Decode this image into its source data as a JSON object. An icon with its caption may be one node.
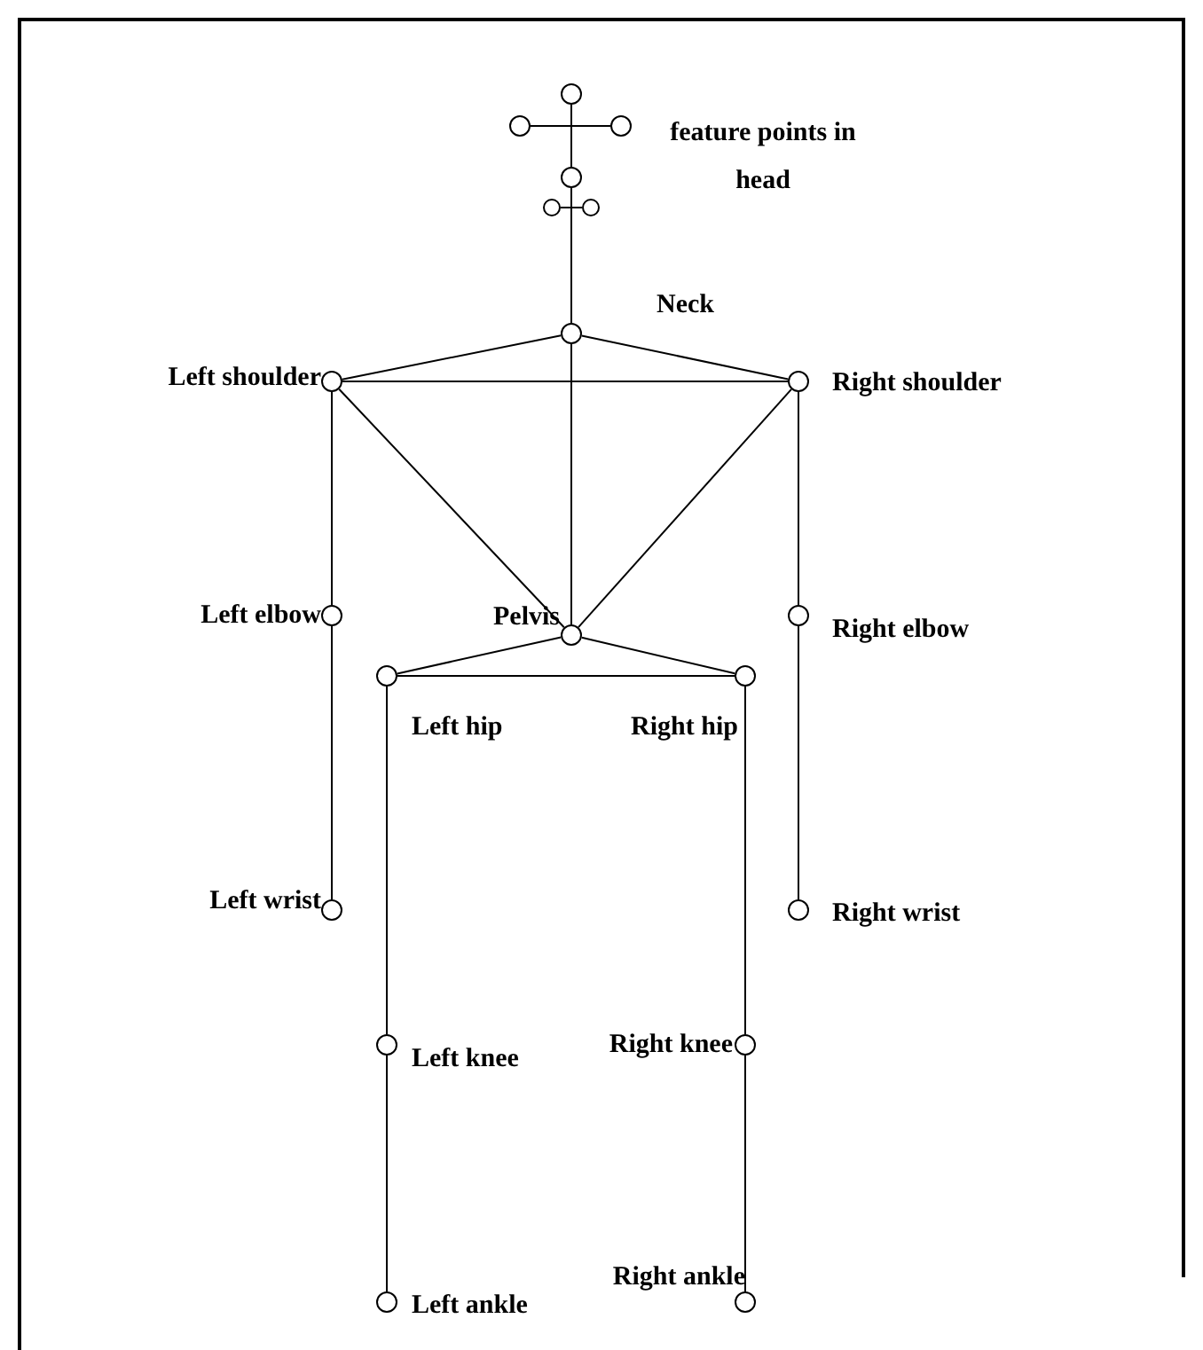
{
  "diagram": {
    "nodes": [
      {
        "text": [],
        "shape": "circle"
      },
      {
        "text": [],
        "shape": "circle"
      },
      {
        "text": [],
        "shape": "circle"
      },
      {
        "text": [],
        "shape": "circle"
      },
      {
        "text": [],
        "shape": "circle"
      },
      {
        "text": [],
        "shape": "circle"
      },
      {
        "text": [],
        "shape": "circle",
        "beside": [
          "Neck"
        ]
      },
      {
        "text": [],
        "shape": "circle",
        "beside": [
          "Left shoulder"
        ]
      },
      {
        "text": [],
        "shape": "circle",
        "beside": [
          "Right shoulder"
        ]
      },
      {
        "text": [],
        "shape": "circle",
        "beside": [
          "Left elbow"
        ]
      },
      {
        "text": [],
        "shape": "circle",
        "beside": [
          "Right elbow"
        ]
      },
      {
        "text": [],
        "shape": "circle",
        "beside": [
          "Pelvis"
        ]
      },
      {
        "text": [],
        "shape": "circle",
        "beside": [
          "Left hip"
        ]
      },
      {
        "text": [],
        "shape": "circle",
        "beside": [
          "Right hip"
        ]
      },
      {
        "text": [],
        "shape": "circle",
        "beside": [
          "Left wrist"
        ]
      },
      {
        "text": [],
        "shape": "circle",
        "beside": [
          "Right wrist"
        ]
      },
      {
        "text": [],
        "shape": "circle",
        "beside": [
          "Left knee"
        ]
      },
      {
        "text": [],
        "shape": "circle",
        "beside": [
          "Right knee"
        ]
      },
      {
        "text": [],
        "shape": "circle",
        "beside": [
          "Left ankle"
        ]
      },
      {
        "text": [],
        "shape": "circle",
        "beside": [
          "Right ankle"
        ]
      }
    ],
    "edges": [
      {
        "from": 0,
        "to": 3,
        "arrow": "none"
      },
      {
        "from": 1,
        "to": 2,
        "arrow": "none"
      },
      {
        "from": 4,
        "to": 5,
        "arrow": "none"
      },
      {
        "from": 3,
        "to": 6,
        "arrow": "none"
      },
      {
        "from": 6,
        "to": 11,
        "arrow": "none"
      },
      {
        "from": 6,
        "to": 7,
        "arrow": "none"
      },
      {
        "from": 6,
        "to": 8,
        "arrow": "none"
      },
      {
        "from": 7,
        "to": 8,
        "arrow": "none"
      },
      {
        "from": 7,
        "to": 11,
        "arrow": "none"
      },
      {
        "from": 8,
        "to": 11,
        "arrow": "none"
      },
      {
        "from": 7,
        "to": 9,
        "arrow": "none"
      },
      {
        "from": 9,
        "to": 14,
        "arrow": "none"
      },
      {
        "from": 8,
        "to": 10,
        "arrow": "none"
      },
      {
        "from": 10,
        "to": 15,
        "arrow": "none"
      },
      {
        "from": 11,
        "to": 12,
        "arrow": "none"
      },
      {
        "from": 11,
        "to": 13,
        "arrow": "none"
      },
      {
        "from": 12,
        "to": 13,
        "arrow": "none"
      },
      {
        "from": 12,
        "to": 16,
        "arrow": "none"
      },
      {
        "from": 16,
        "to": 18,
        "arrow": "none"
      },
      {
        "from": 13,
        "to": 17,
        "arrow": "none"
      },
      {
        "from": 17,
        "to": 19,
        "arrow": "none"
      }
    ],
    "labels": [
      "feature points in head"
    ]
  }
}
